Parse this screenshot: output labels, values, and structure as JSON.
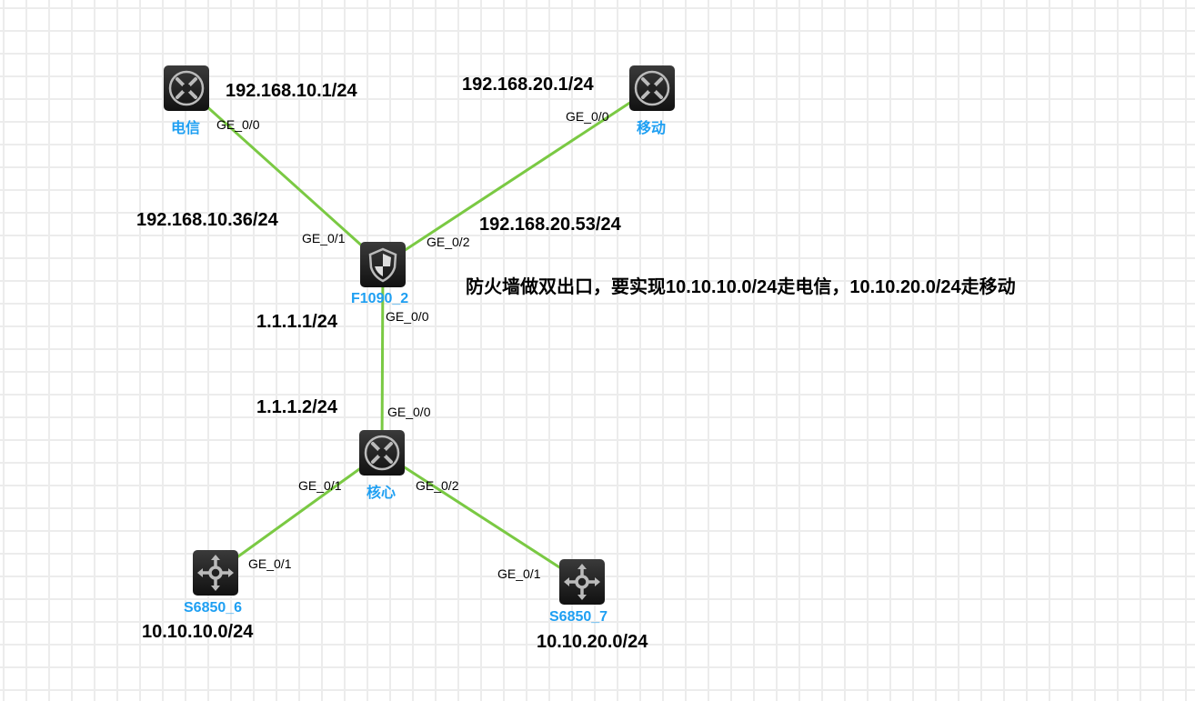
{
  "devices": {
    "telecom": {
      "name": "电信",
      "type": "router"
    },
    "mobile": {
      "name": "移动",
      "type": "router"
    },
    "firewall": {
      "name": "F1090_2",
      "type": "firewall"
    },
    "core": {
      "name": "核心",
      "type": "router"
    },
    "sw6": {
      "name": "S6850_6",
      "type": "switch"
    },
    "sw7": {
      "name": "S6850_7",
      "type": "switch"
    }
  },
  "ips": {
    "telecom_ge00": "192.168.10.1/24",
    "mobile_ge00": "192.168.20.1/24",
    "fw_ge01": "192.168.10.36/24",
    "fw_ge02": "192.168.20.53/24",
    "fw_ge00": "1.1.1.1/24",
    "core_ge00": "1.1.1.2/24",
    "sw6_net": "10.10.10.0/24",
    "sw7_net": "10.10.20.0/24"
  },
  "ports": {
    "telecom": "GE_0/0",
    "mobile": "GE_0/0",
    "fw_left": "GE_0/1",
    "fw_right": "GE_0/2",
    "fw_down": "GE_0/0",
    "core_up": "GE_0/0",
    "core_left": "GE_0/1",
    "core_right": "GE_0/2",
    "sw6": "GE_0/1",
    "sw7": "GE_0/1"
  },
  "note": "防火墙做双出口，要实现10.10.10.0/24走电信，10.10.20.0/24走移动",
  "link_color": "#7ac943"
}
